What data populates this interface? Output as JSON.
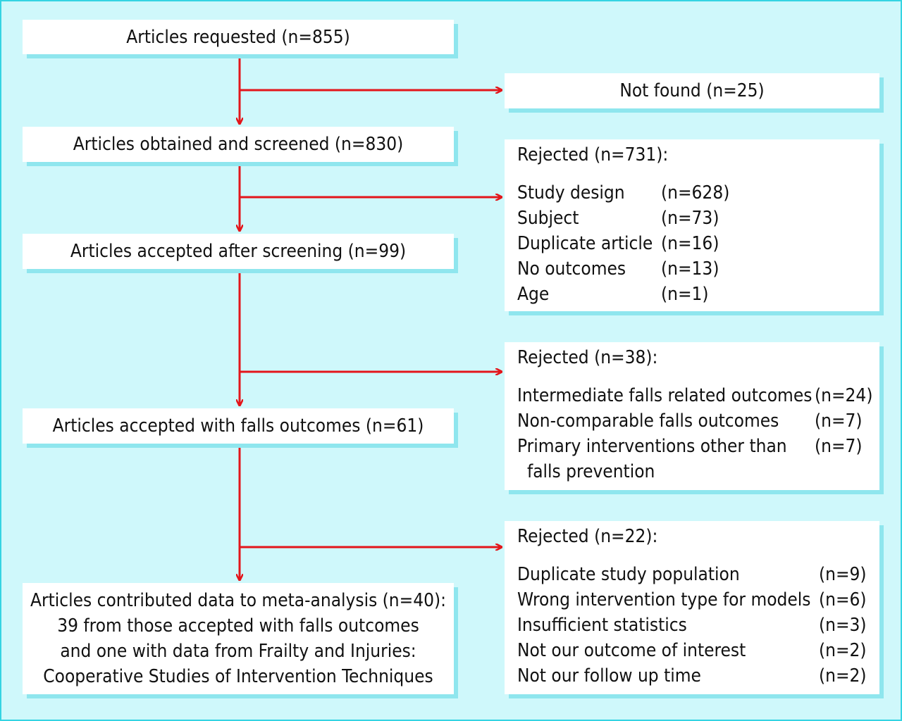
{
  "flow": {
    "requested": "Articles requested (n=855)",
    "obtained": "Articles obtained and screened (n=830)",
    "accepted_screening": "Articles accepted after screening (n=99)",
    "accepted_falls": "Articles accepted with falls outcomes (n=61)",
    "contributed": [
      "Articles contributed data to meta-analysis (n=40):",
      "39 from those accepted with falls outcomes",
      "and one with data from Frailty and Injuries:",
      "Cooperative Studies of Intervention Techniques"
    ]
  },
  "not_found": "Not found (n=25)",
  "rejected1": {
    "title": "Rejected (n=731):",
    "items": [
      {
        "label": "Study design",
        "count": "(n=628)"
      },
      {
        "label": "Subject",
        "count": "(n=73)"
      },
      {
        "label": "Duplicate article",
        "count": "(n=16)"
      },
      {
        "label": "No outcomes",
        "count": "(n=13)"
      },
      {
        "label": "Age",
        "count": "(n=1)"
      }
    ]
  },
  "rejected2": {
    "title": "Rejected (n=38):",
    "items": [
      {
        "label": "Intermediate falls related outcomes",
        "count": "(n=24)"
      },
      {
        "label": "Non-comparable falls outcomes",
        "count": "(n=7)"
      },
      {
        "label": "Primary interventions other than",
        "count": "(n=7)"
      },
      {
        "label": "falls prevention",
        "count": ""
      }
    ]
  },
  "rejected3": {
    "title": "Rejected (n=22):",
    "items": [
      {
        "label": "Duplicate study population",
        "count": "(n=9)"
      },
      {
        "label": "Wrong intervention type for models",
        "count": "(n=6)"
      },
      {
        "label": "Insufficient statistics",
        "count": "(n=3)"
      },
      {
        "label": "Not our outcome of interest",
        "count": "(n=2)"
      },
      {
        "label": "Not our follow up time",
        "count": "(n=2)"
      }
    ]
  },
  "colors": {
    "background": "#cff8fb",
    "border": "#34d4e2",
    "shadow": "#8fe6ee",
    "arrow": "#e3161b"
  }
}
